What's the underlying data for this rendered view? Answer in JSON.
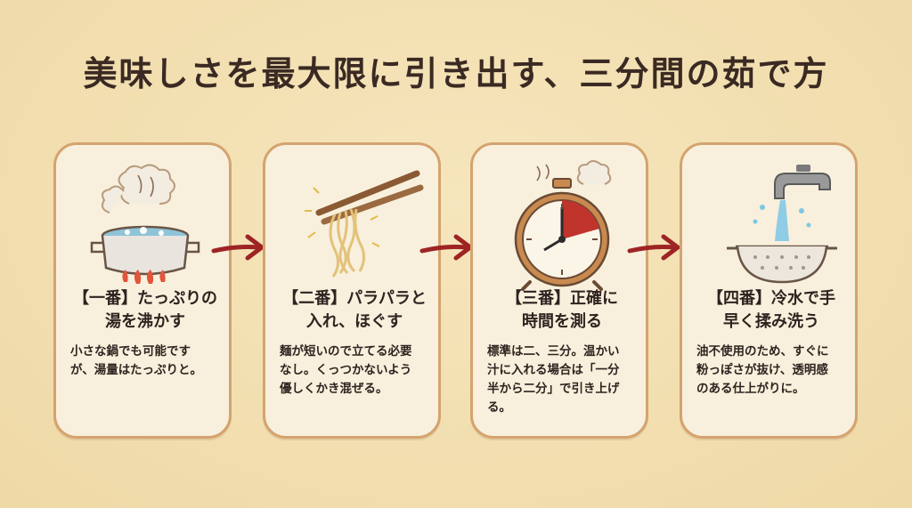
{
  "title": "美味しさを最大限に引き出す、三分間の茹で方",
  "colors": {
    "background": "#f2dfaf",
    "card": "#f8f0dc",
    "border": "#d4a370",
    "arrow": "#9e2424"
  },
  "steps": [
    {
      "icon": "boiling-pot-icon",
      "heading": [
        "【一番】たっぷりの",
        "湯を沸かす"
      ],
      "body": [
        "小さな鍋でも可能です",
        "が、湯量はたっぷりと。"
      ]
    },
    {
      "icon": "chopsticks-noodles-icon",
      "heading": [
        "【二番】パラパラと",
        "入れ、ほぐす"
      ],
      "body": [
        "麺が短いので立てる必要",
        "なし。くっつかないよう",
        "優しくかき混ぜる。"
      ]
    },
    {
      "icon": "timer-clock-icon",
      "heading": [
        "【三番】正確に",
        "時間を測る"
      ],
      "body": [
        "標準は二、三分。温かい",
        "汁に入れる場合は「一分",
        "半から二分」で引き上げ",
        "る。"
      ]
    },
    {
      "icon": "colander-faucet-icon",
      "heading": [
        "【四番】冷水で手",
        "早く揉み洗う"
      ],
      "body": [
        "油不使用のため、すぐに",
        "粉っぽさが抜け、透明感",
        "のある仕上がりに。"
      ]
    }
  ]
}
